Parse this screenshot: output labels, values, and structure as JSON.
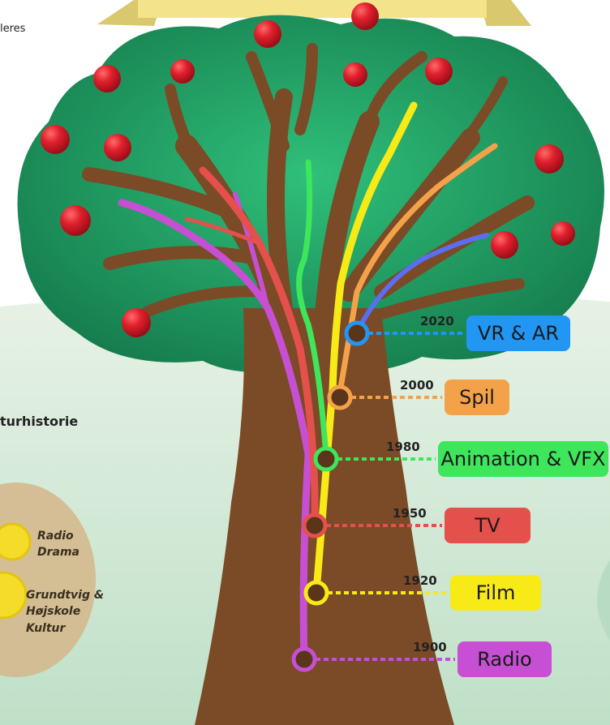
{
  "side_texts": {
    "top_fragment": "leres",
    "history_fragment": "turhistorie"
  },
  "root_labels": {
    "radio_drama": [
      "Radio",
      "Drama"
    ],
    "grundtvig": [
      "Grundtvig &",
      "Højskole",
      "Kultur"
    ]
  },
  "timeline": [
    {
      "year": "2020",
      "label": "VR & AR",
      "color": "#2196f3",
      "text_color": "#1a1a1a"
    },
    {
      "year": "2000",
      "label": "Spil",
      "color": "#f4a24a",
      "text_color": "#1a1a1a"
    },
    {
      "year": "1980",
      "label": "Animation & VFX",
      "color": "#3ee65c",
      "text_color": "#1a1a1a"
    },
    {
      "year": "1950",
      "label": "TV",
      "color": "#e4504c",
      "text_color": "#1a1a1a"
    },
    {
      "year": "1920",
      "label": "Film",
      "color": "#f7ea17",
      "text_color": "#1a1a1a"
    },
    {
      "year": "1900",
      "label": "Radio",
      "color": "#c64fd3",
      "text_color": "#1a1a1a"
    }
  ],
  "colors": {
    "sky": "#ffffff",
    "hill": "#cfe6d2",
    "canopy": "#1f9a63",
    "trunk": "#7b4a26",
    "apple": "#e0202d",
    "banner": "#f3e48c"
  }
}
